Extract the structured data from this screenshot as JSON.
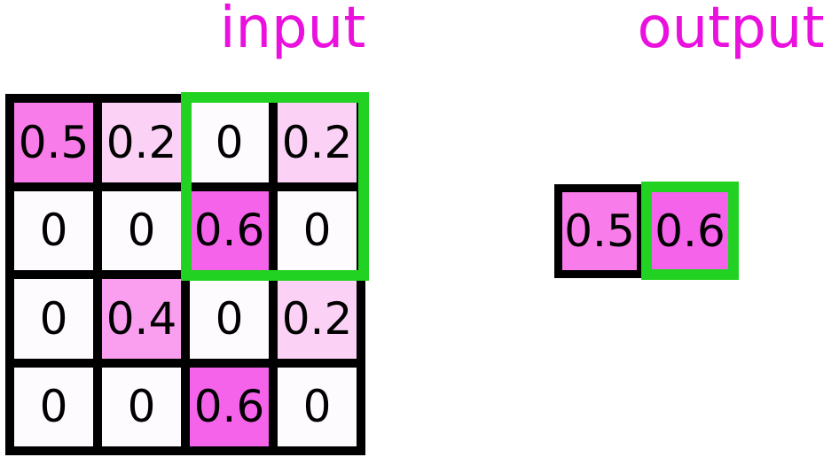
{
  "titles": {
    "input": "input",
    "output": "output"
  },
  "colors": {
    "background": "#FFFFFF",
    "title_text": "#EA10DE",
    "grid_border": "#000000",
    "highlight_border": "#22D222",
    "cell_text": "#000000",
    "value_fills": {
      "0": "#FEFBFE",
      "0.2": "#FBD2F5",
      "0.4": "#FA9FF0",
      "0.5": "#F87CE9",
      "0.6": "#F463EA"
    }
  },
  "input_grid": {
    "rows": 4,
    "cols": 4,
    "values": [
      [
        "0.5",
        "0.2",
        "0",
        "0.2"
      ],
      [
        "0",
        "0",
        "0.6",
        "0"
      ],
      [
        "0",
        "0.4",
        "0",
        "0.2"
      ],
      [
        "0",
        "0",
        "0.6",
        "0"
      ]
    ],
    "cells": [
      {
        "value": "0.5",
        "fill": "#F87CE9"
      },
      {
        "value": "0.2",
        "fill": "#FBD2F5"
      },
      {
        "value": "0",
        "fill": "#FEFBFE"
      },
      {
        "value": "0.2",
        "fill": "#FBD2F5"
      },
      {
        "value": "0",
        "fill": "#FEFBFE"
      },
      {
        "value": "0",
        "fill": "#FEFBFE"
      },
      {
        "value": "0.6",
        "fill": "#F463EA"
      },
      {
        "value": "0",
        "fill": "#FEFBFE"
      },
      {
        "value": "0",
        "fill": "#FEFBFE"
      },
      {
        "value": "0.4",
        "fill": "#FA9FF0"
      },
      {
        "value": "0",
        "fill": "#FEFBFE"
      },
      {
        "value": "0.2",
        "fill": "#FBD2F5"
      },
      {
        "value": "0",
        "fill": "#FEFBFE"
      },
      {
        "value": "0",
        "fill": "#FEFBFE"
      },
      {
        "value": "0.6",
        "fill": "#F463EA"
      },
      {
        "value": "0",
        "fill": "#FEFBFE"
      }
    ],
    "highlight_window": {
      "row_start": 0,
      "row_end": 1,
      "col_start": 2,
      "col_end": 3,
      "description": "2x2 pooling window over top-right cells"
    }
  },
  "output_grid": {
    "cells": [
      {
        "value": "0.5",
        "fill": "#F87CE9",
        "highlighted": false
      },
      {
        "value": "0.6",
        "fill": "#F463EA",
        "highlighted": true
      }
    ]
  }
}
